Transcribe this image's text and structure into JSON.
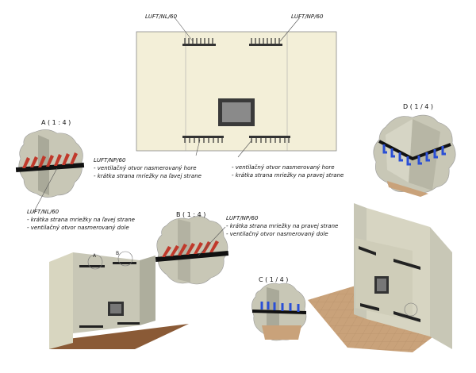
{
  "top_labels": {
    "left": "LUFT/NL/60",
    "right": "LUFT/NP/60"
  },
  "label_np_middle": {
    "title": "LUFT/NP/60",
    "lines": [
      "- ventilačný otvor nasmerovaný hore",
      "- krátka strana mriežky na ľavej strane"
    ]
  },
  "label_right_middle": {
    "lines": [
      "- ventilačný otvor nasmerovaný hore",
      "- krátka strana mriežky na pravej strane"
    ]
  },
  "label_nl_lower": {
    "title": "LUFT/NL/60",
    "lines": [
      "- krátka strana mriežky na ľavej strane",
      "- ventilačný otvor nasmerovaný dole"
    ]
  },
  "label_np_lower": {
    "title": "LUFT/NP/60",
    "lines": [
      "- krátka strana mriežky na pravej strane",
      "- ventilačný otvor nasmerovaný dole"
    ]
  },
  "detail_captions": {
    "a": "A ( 1 : 4 )",
    "b": "B ( 1 : 4 )",
    "c": "C ( 1 / 4 )",
    "d": "D ( 1 / 4 )"
  },
  "view_tags": {
    "a": "A",
    "b": "B"
  },
  "colors": {
    "wall": "#f3efd8",
    "wall_side": "#c8c7b6",
    "grille_dark": "#222222",
    "grille_red": "#c0392b",
    "grille_blue": "#2a4fd6",
    "floor": "#c9a27a"
  }
}
